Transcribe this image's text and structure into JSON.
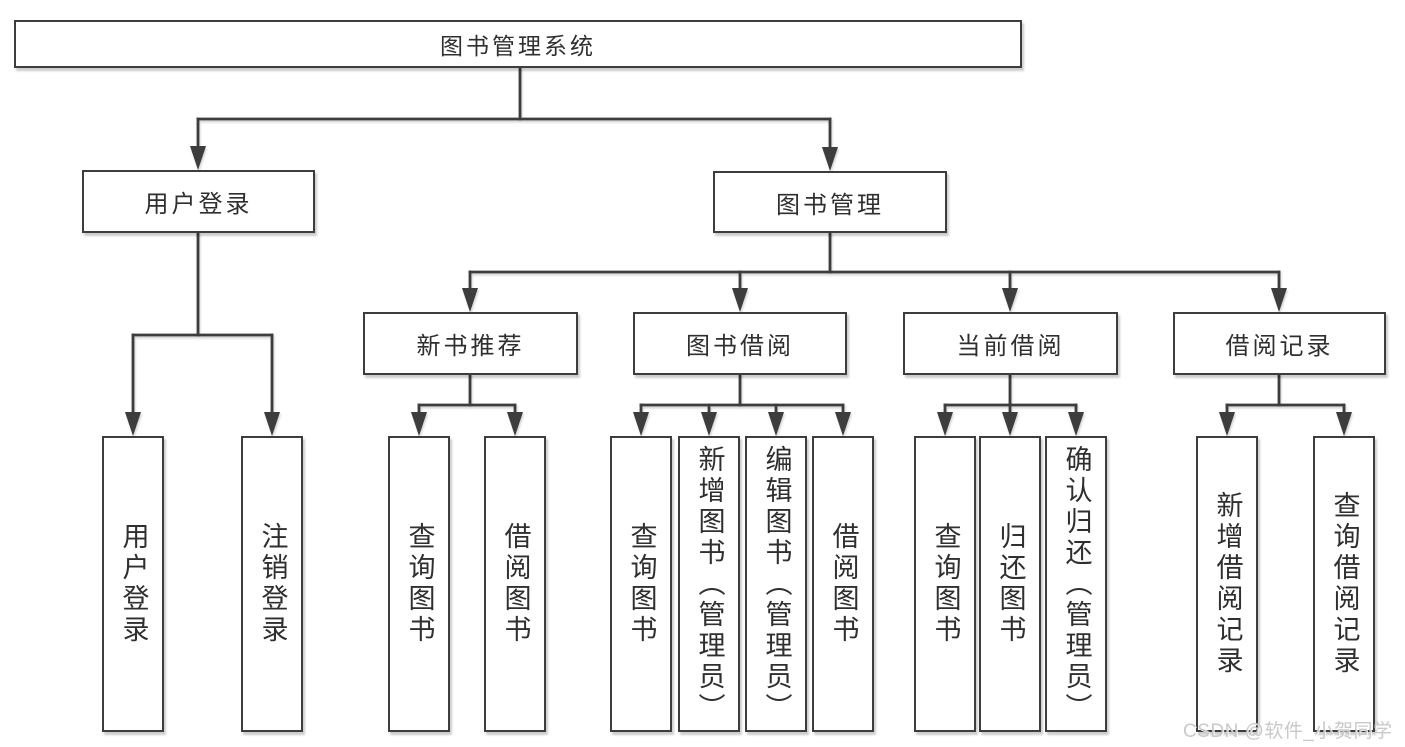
{
  "tree": {
    "label": "图书管理系统",
    "children": [
      {
        "label": "用户登录",
        "children": [
          {
            "label": "用户登录"
          },
          {
            "label": "注销登录"
          }
        ]
      },
      {
        "label": "图书管理",
        "children": [
          {
            "label": "新书推荐",
            "children": [
              {
                "label": "查询图书"
              },
              {
                "label": "借阅图书"
              }
            ]
          },
          {
            "label": "图书借阅",
            "children": [
              {
                "label": "查询图书"
              },
              {
                "label": "新增图书（管理员）"
              },
              {
                "label": "编辑图书（管理员）"
              },
              {
                "label": "借阅图书"
              }
            ]
          },
          {
            "label": "当前借阅",
            "children": [
              {
                "label": "查询图书"
              },
              {
                "label": "归还图书"
              },
              {
                "label": "确认归还（管理员）"
              }
            ]
          },
          {
            "label": "借阅记录",
            "children": [
              {
                "label": "新增借阅记录"
              },
              {
                "label": "查询借阅记录"
              }
            ]
          }
        ]
      }
    ]
  },
  "watermark": "CSDN @软件_小贺同学",
  "colors": {
    "border": "#3d3d3d",
    "line": "#3d3d3d",
    "text": "#2f2f2f",
    "watermark": "#c6c6c6",
    "background": "#ffffff"
  }
}
